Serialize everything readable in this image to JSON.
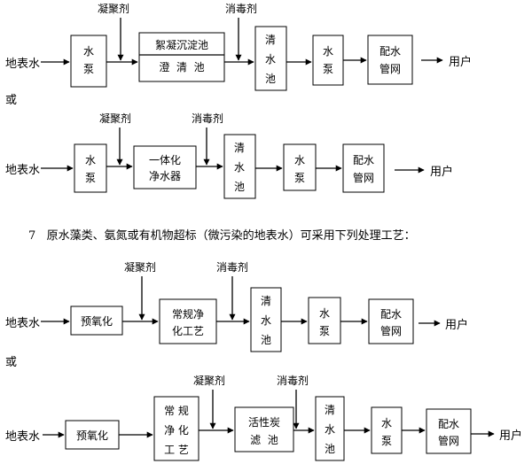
{
  "diagram": {
    "flows": [
      {
        "input": "地表水",
        "nodes": [
          {
            "lines": [
              "水",
              "泵"
            ]
          },
          {
            "lines": [
              "絮凝沉淀池",
              "澄  清  池"
            ],
            "split": true
          },
          {
            "lines": [
              "清",
              "水",
              "池"
            ]
          },
          {
            "lines": [
              "水",
              "泵"
            ]
          },
          {
            "lines": [
              "配水",
              "管网"
            ]
          }
        ],
        "reagents": [
          "凝聚剂",
          "消毒剂"
        ],
        "output": "用户"
      },
      {
        "connector": "或",
        "input": "地表水",
        "nodes": [
          {
            "lines": [
              "水",
              "泵"
            ]
          },
          {
            "lines": [
              "一体化",
              "净水器"
            ]
          },
          {
            "lines": [
              "清",
              "水",
              "池"
            ]
          },
          {
            "lines": [
              "水",
              "泵"
            ]
          },
          {
            "lines": [
              "配水",
              "管网"
            ]
          }
        ],
        "reagents": [
          "凝聚剂",
          "消毒剂"
        ],
        "output": "用户"
      },
      {
        "input": "地表水",
        "nodes": [
          {
            "lines": [
              "预氧化"
            ]
          },
          {
            "lines": [
              "常规净",
              "化工艺"
            ]
          },
          {
            "lines": [
              "清",
              "水",
              "池"
            ]
          },
          {
            "lines": [
              "水",
              "泵"
            ]
          },
          {
            "lines": [
              "配水",
              "管网"
            ]
          }
        ],
        "reagents": [
          "凝聚剂",
          "消毒剂"
        ],
        "output": "用户"
      },
      {
        "connector": "或",
        "input": "地表水",
        "nodes": [
          {
            "lines": [
              "预氧化"
            ]
          },
          {
            "lines": [
              "常 规",
              "净 化",
              "工 艺"
            ]
          },
          {
            "lines": [
              "活性炭",
              "滤  池"
            ]
          },
          {
            "lines": [
              "清",
              "水",
              "池"
            ]
          },
          {
            "lines": [
              "水",
              "泵"
            ]
          },
          {
            "lines": [
              "配水",
              "管网"
            ]
          }
        ],
        "reagents": [
          "凝聚剂",
          "消毒剂"
        ],
        "output": "用户"
      }
    ],
    "section_text": "7   原水藻类、氨氮或有机物超标（微污染的地表水）可采用下列处理工艺："
  }
}
